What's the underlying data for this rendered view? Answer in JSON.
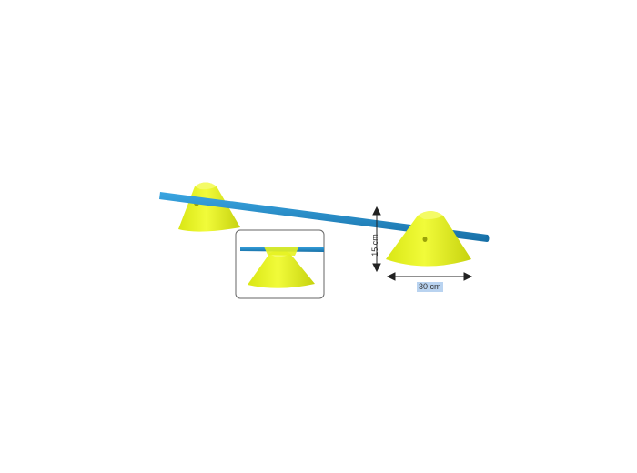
{
  "image": {
    "description_free": true,
    "objects": [
      "yellow-cone",
      "blue-pole",
      "inset-frame",
      "dimension-arrow"
    ]
  },
  "dimensions": {
    "height_label": "15 cm",
    "width_label": "30 cm"
  },
  "colors": {
    "cone_yellow": "#e6f21e",
    "cone_shade": "#c9d410",
    "pole_blue": "#1e8fd0",
    "pole_dark": "#166fa6",
    "frame": "#666666",
    "arrow": "#222222"
  }
}
